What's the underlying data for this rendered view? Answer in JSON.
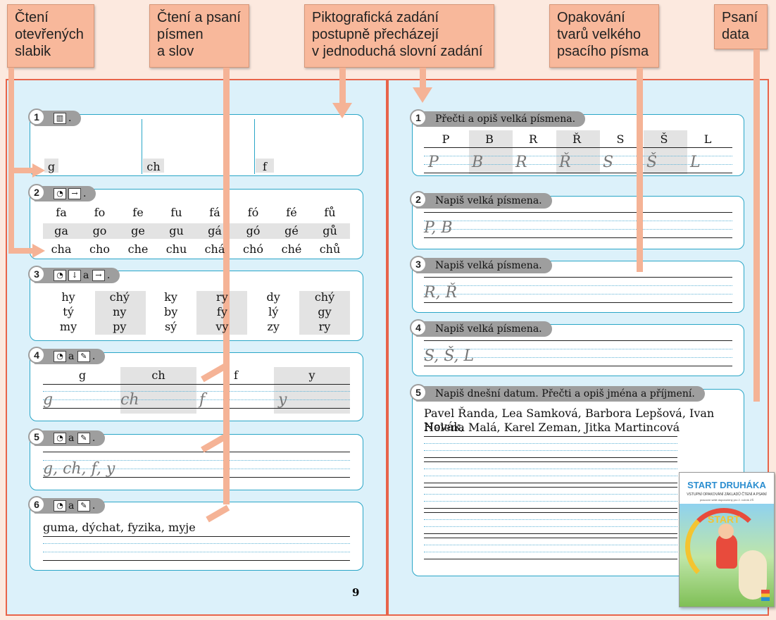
{
  "callouts": {
    "c1": "Čtení\notevřených\nslabik",
    "c2": "Čtení a psaní\npísmen\na slov",
    "c3": "Piktografická zadání\npostupně přecházejí\nv jednoduchá slovní zadání",
    "c4": "Opakování\ntvarů velkého\npsacího písma",
    "c5": "Psaní\ndata"
  },
  "left": {
    "e1": {
      "num": "1",
      "letters": [
        "g",
        "ch",
        "f"
      ]
    },
    "e2": {
      "num": "2",
      "rows": [
        [
          "fa",
          "fo",
          "fe",
          "fu",
          "fá",
          "fó",
          "fé",
          "fů"
        ],
        [
          "ga",
          "go",
          "ge",
          "gu",
          "gá",
          "gó",
          "gé",
          "gů"
        ],
        [
          "cha",
          "cho",
          "che",
          "chu",
          "chá",
          "chó",
          "ché",
          "chů"
        ]
      ]
    },
    "e3": {
      "num": "3",
      "a": "a",
      "cols": [
        [
          "hy",
          "tý",
          "my"
        ],
        [
          "chý",
          "ny",
          "py"
        ],
        [
          "ky",
          "by",
          "sý"
        ],
        [
          "ry",
          "fy",
          "vy"
        ],
        [
          "dy",
          "lý",
          "zy"
        ],
        [
          "chý",
          "gy",
          "ry"
        ]
      ]
    },
    "e4": {
      "num": "4",
      "a": "a",
      "letters": [
        "g",
        "ch",
        "f",
        "y"
      ],
      "script": [
        "g",
        "ch",
        "f",
        "y"
      ]
    },
    "e5": {
      "num": "5",
      "a": "a",
      "script": "g, ch, f, y"
    },
    "e6": {
      "num": "6",
      "a": "a",
      "text": "guma, dýchat, fyzika, myje"
    },
    "page_number": "9"
  },
  "right": {
    "e1": {
      "num": "1",
      "label": "Přečti a opiš velká písmena.",
      "letters": [
        "P",
        "B",
        "R",
        "Ř",
        "S",
        "Š",
        "L"
      ]
    },
    "e2": {
      "num": "2",
      "label": "Napiš velká písmena.",
      "script": "P, B"
    },
    "e3": {
      "num": "3",
      "label": "Napiš velká písmena.",
      "script": "R, Ř"
    },
    "e4": {
      "num": "4",
      "label": "Napiš velká písmena.",
      "script": "S, Š, L"
    },
    "e5": {
      "num": "5",
      "label": "Napiš dnešní datum. Přečti a opiš jména a příjmení.",
      "names1": "Pavel Řanda, Lea Samková, Barbora Lepšová, Ivan Novák,",
      "names2": "Helena Malá, Karel Zeman, Jitka Martincová"
    }
  },
  "book": {
    "title": "START DRUHÁKA",
    "subtitle": "VSTUPNÍ OPAKOVÁNÍ ZÁKLADŮ ČTENÍ A PSANÍ",
    "subtitle2": "pracovní sešit doporučený pro 2. ročník ZŠ",
    "logo": "START"
  },
  "colors": {
    "page_bg": "#dcf1fa",
    "border": "#e8644a",
    "callout": "#f8b89b",
    "box_border": "#2aa6c7"
  }
}
